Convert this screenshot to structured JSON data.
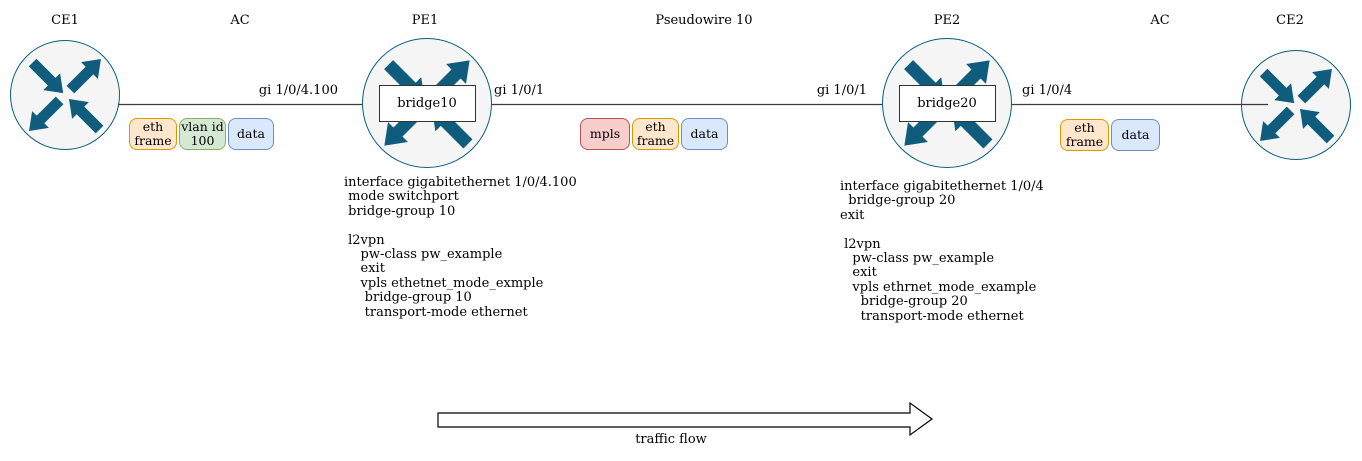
{
  "palette": {
    "router_fill": "#f5f5f5",
    "router_stroke": "#0b5d7f",
    "arrow_fill": "#0f5c7d",
    "line_color": "#3b3b3b",
    "box_orange_fill": "#ffe6cc",
    "box_orange_stroke": "#d79b00",
    "box_green_fill": "#d5e8d4",
    "box_green_stroke": "#82b366",
    "box_blue_fill": "#dae8fc",
    "box_blue_stroke": "#6c8ebf",
    "box_red_fill": "#f8cecc",
    "box_red_stroke": "#b85450"
  },
  "top_labels": {
    "ce1": "CE1",
    "ac_left": "AC",
    "pe1": "PE1",
    "pseudowire": "Pseudowire 10",
    "pe2": "PE2",
    "ac_right": "AC",
    "ce2": "CE2"
  },
  "bridges": {
    "pe1": "bridge10",
    "pe2": "bridge20"
  },
  "interfaces": {
    "ce1_to_pe1": "gi 1/0/4.100",
    "pe1_right": "gi 1/0/1",
    "pe2_left": "gi 1/0/1",
    "pe2_right": "gi 1/0/4"
  },
  "packets": {
    "left": [
      {
        "label": "eth\nframe",
        "color": "orange"
      },
      {
        "label": "vlan id\n100",
        "color": "green"
      },
      {
        "label": "data",
        "color": "blue"
      }
    ],
    "middle": [
      {
        "label": "mpls",
        "color": "red"
      },
      {
        "label": "eth\nframe",
        "color": "orange"
      },
      {
        "label": "data",
        "color": "blue"
      }
    ],
    "right": [
      {
        "label": "eth\nframe",
        "color": "orange"
      },
      {
        "label": "data",
        "color": "blue"
      }
    ]
  },
  "configs": {
    "pe1": [
      "interface gigabitethernet 1/0/4.100",
      " mode switchport",
      " bridge-group 10",
      "",
      " l2vpn",
      "    pw-class pw_example",
      "    exit",
      "    vpls ethetnet_mode_exmple",
      "     bridge-group 10",
      "     transport-mode ethernet"
    ],
    "pe2": [
      "interface gigabitethernet 1/0/4",
      "  bridge-group 20",
      "exit",
      "",
      " l2vpn",
      "   pw-class pw_example",
      "   exit",
      "   vpls ethrnet_mode_example",
      "     bridge-group 20",
      "     transport-mode ethernet"
    ]
  },
  "traffic_flow_label": "traffic flow"
}
